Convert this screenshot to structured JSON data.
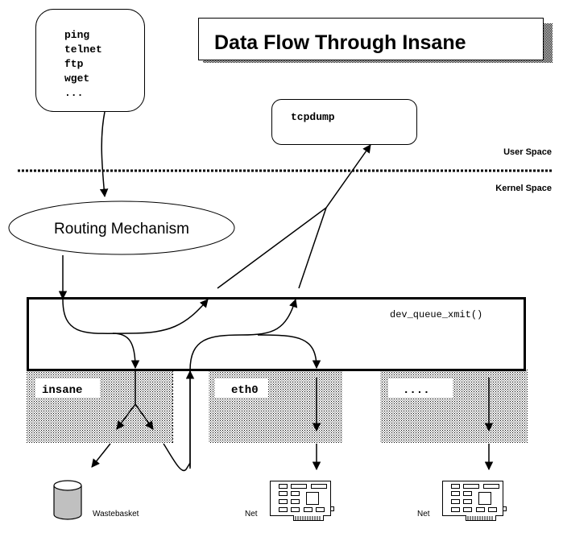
{
  "title": "Data Flow Through Insane",
  "user_apps": {
    "items": [
      "ping",
      "telnet",
      "ftp",
      "wget",
      "..."
    ]
  },
  "tcpdump": {
    "label": "tcpdump"
  },
  "space_labels": {
    "user": "User Space",
    "kernel": "Kernel Space"
  },
  "routing": {
    "label": "Routing Mechanism"
  },
  "dev_queue": {
    "label": "dev_queue_xmit()"
  },
  "devices": [
    {
      "label": "insane"
    },
    {
      "label": "eth0"
    },
    {
      "label": "...."
    }
  ],
  "sinks": {
    "wastebasket": "Wastebasket",
    "net1": "Net",
    "net2": "Net"
  },
  "colors": {
    "line": "#000000",
    "background": "#ffffff",
    "wastebasket_fill": "#c0c0c0",
    "stipple_dot": "#000000"
  }
}
